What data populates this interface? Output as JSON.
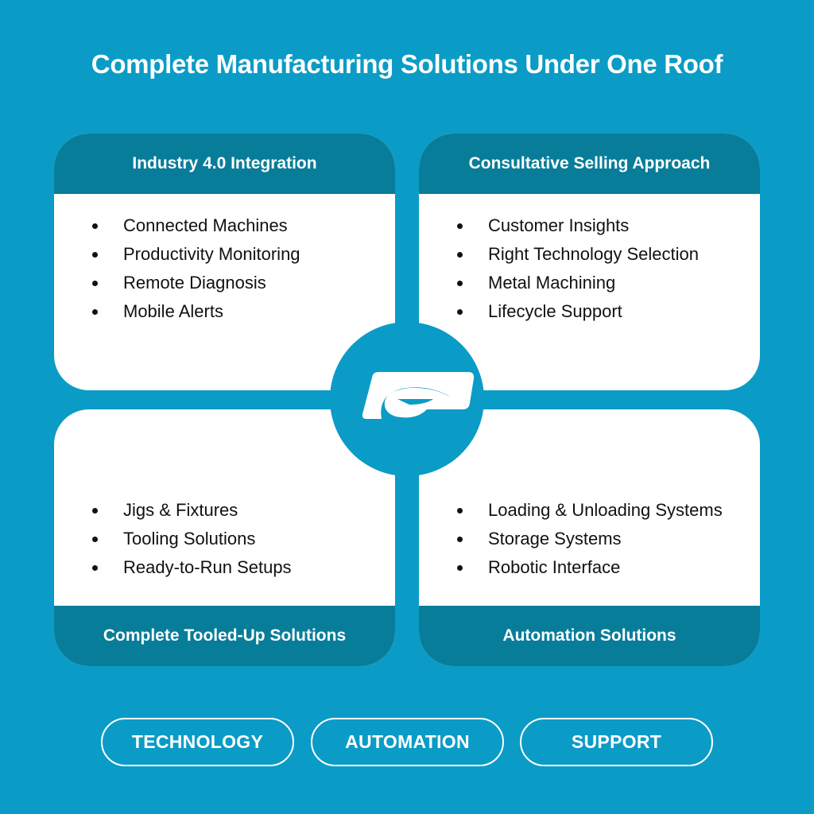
{
  "title": "Complete Manufacturing Solutions Under One Roof",
  "cards": [
    {
      "heading": "Industry 4.0 Integration",
      "items": [
        "Connected Machines",
        "Productivity Monitoring",
        "Remote Diagnosis",
        "Mobile Alerts"
      ]
    },
    {
      "heading": "Consultative Selling Approach",
      "items": [
        "Customer Insights",
        "Right Technology Selection",
        "Metal Machining",
        "Lifecycle Support"
      ]
    },
    {
      "heading": "Complete Tooled-Up Solutions",
      "items": [
        "Jigs & Fixtures",
        "Tooling Solutions",
        "Ready-to-Run Setups"
      ]
    },
    {
      "heading": "Automation Solutions",
      "items": [
        "Loading & Unloading Systems",
        "Storage Systems",
        "Robotic Interface"
      ]
    }
  ],
  "pills": [
    "TECHNOLOGY",
    "AUTOMATION",
    "SUPPORT"
  ],
  "colors": {
    "background": "#0a9cc6",
    "band": "#087d9a"
  }
}
